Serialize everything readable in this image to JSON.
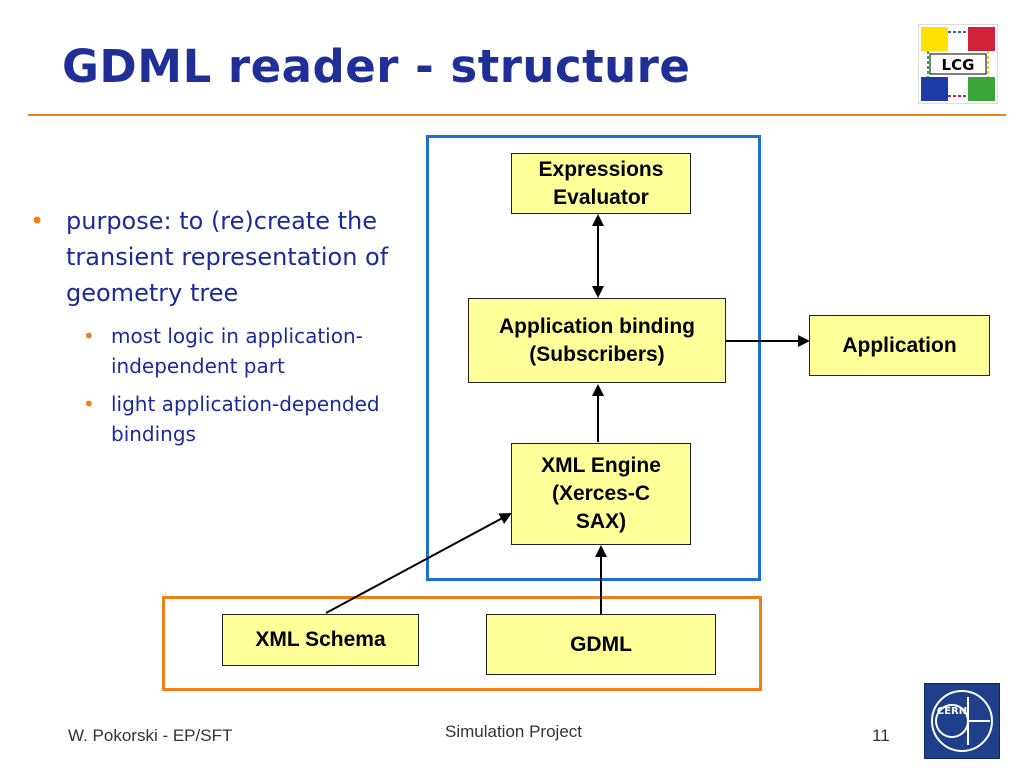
{
  "slide": {
    "title": "GDML reader - structure",
    "accent_color": "#f07f1a",
    "title_color": "#1f2f97"
  },
  "logos": {
    "top_right": {
      "text": "LCG",
      "icon": "lcg-logo"
    },
    "bottom_right": {
      "text": "CERN",
      "icon": "cern-logo"
    }
  },
  "bullets": [
    {
      "text": "purpose: to (re)create the transient representation of geometry tree"
    },
    {
      "text": "most logic in application-independent part"
    },
    {
      "text": "light application-depended bindings"
    }
  ],
  "diagram": {
    "boxes": {
      "expressions_evaluator": "Expressions\nEvaluator",
      "application_binding": "Application binding\n(Subscribers)",
      "xml_engine": "XML Engine\n(Xerces-C\nSAX)",
      "application": "Application",
      "xml_schema": "XML Schema",
      "gdml": "GDML"
    },
    "frame_colors": {
      "reader": "#1c6fd8",
      "inputs": "#f07f1a"
    },
    "box_fill": "#ffff99"
  },
  "footer": {
    "author": "W. Pokorski - EP/SFT",
    "project": "Simulation Project",
    "page": "11"
  }
}
